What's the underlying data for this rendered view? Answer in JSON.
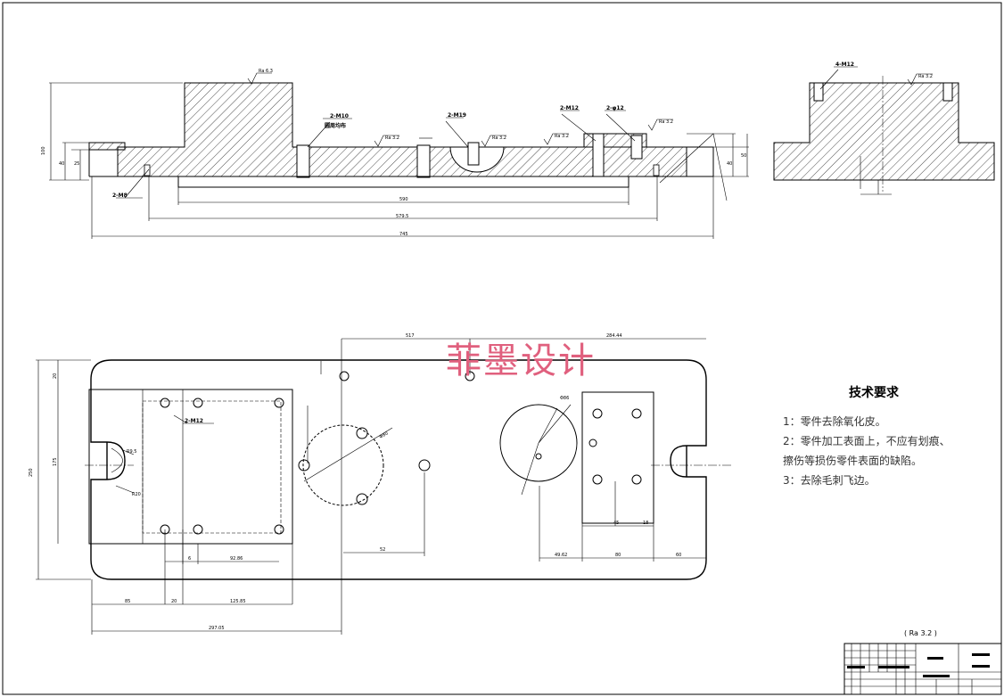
{
  "watermark": "菲墨设计",
  "technical_requirements": {
    "title": "技术要求",
    "items": [
      "1：零件去除氧化皮。",
      "2：零件加工表面上，不应有划痕、",
      "擦伤等损伤零件表面的缺陷。",
      "3：去除毛刺飞边。"
    ]
  },
  "general_roughness": "( Ra 3.2 )",
  "callouts": {
    "front_4_m10": "2-M10",
    "front_4_m10_note": "圆周均布",
    "front_2_m19": "2-M19",
    "front_2_m12": "2-M12",
    "front_2_phi12": "2-φ12",
    "front_2_m8": "2-M8",
    "side_4_m12": "4-M12",
    "plan_2_m12": "2-M12"
  },
  "roughness_marks": {
    "top_block": "Ra 6.3",
    "mid_a": "Ra 3.2",
    "mid_b": "Ra 3.2",
    "mid_c": "Ra 3.2",
    "right_a": "Ra 3.2",
    "side_top": "Ra 3.2"
  },
  "dimensions": {
    "front_overall_length": "745",
    "front_length_b": "579.5",
    "front_length_c": "590",
    "front_height_a": "100",
    "front_height_b": "40",
    "front_height_c": "25",
    "front_height_d": "40",
    "front_height_e": "50",
    "plan_top_a": "517",
    "plan_top_b": "284.44",
    "plan_left_height": "250",
    "plan_left_b": "175",
    "plan_left_c": "20",
    "plan_bottom_a": "85",
    "plan_bottom_b": "20",
    "plan_bottom_c": "125.85",
    "plan_bottom_total": "297.05",
    "plan_inner_a": "6",
    "plan_inner_b": "92.86",
    "plan_center_a": "52",
    "plan_right_a": "49.62",
    "plan_right_b": "80",
    "plan_right_c": "60",
    "plan_right_d": "45",
    "plan_right_e": "18",
    "circle_d_left": "Φ80",
    "circle_d_right": "Φ86",
    "slot_r": "R9.5",
    "slot_r2": "R20"
  }
}
